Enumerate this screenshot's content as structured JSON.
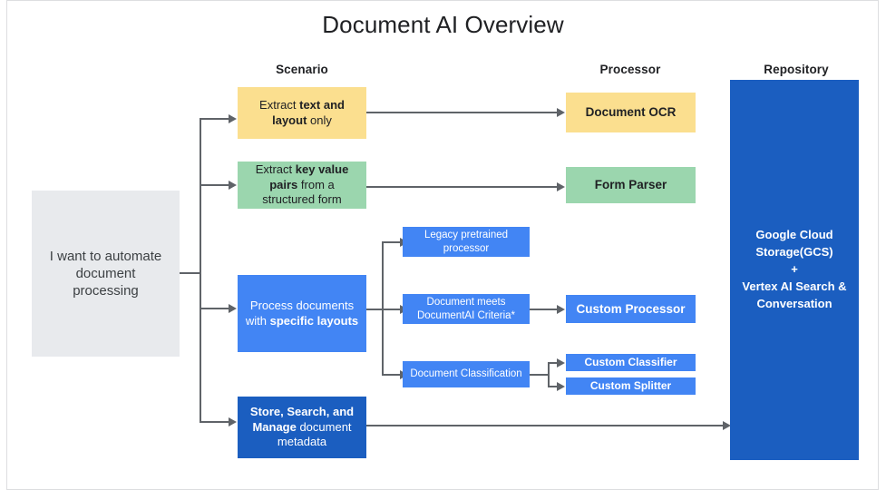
{
  "title": "Document AI Overview",
  "columns": [
    {
      "key": "scenario",
      "label": "Scenario"
    },
    {
      "key": "processor",
      "label": "Processor"
    },
    {
      "key": "repository",
      "label": "Repository"
    }
  ],
  "source": {
    "label_line1": "I want to automate",
    "label_line2": "document",
    "label_line3": "processing",
    "color": "#e8eaed"
  },
  "scenarios": [
    {
      "id": "extract-text-layout",
      "text_pre": "Extract ",
      "text_bold": "text and layout",
      "text_post": " only",
      "color": "#fbdf8f"
    },
    {
      "id": "extract-key-value",
      "text_pre": "Extract ",
      "text_bold": "key value pairs",
      "text_post": " from a structured form",
      "color": "#9bd6ae"
    },
    {
      "id": "process-specific-layouts",
      "text_pre": "Process documents with ",
      "text_bold": "specific layouts",
      "text_post": "",
      "color": "#4285f4"
    },
    {
      "id": "store-search-manage",
      "text_pre": "",
      "text_bold": "Store, Search, and Manage",
      "text_post": " document metadata",
      "color": "#1b5ec0"
    }
  ],
  "intermediate": [
    {
      "id": "legacy-pretrained-processor",
      "line1": "Legacy pretrained",
      "line2": "processor",
      "color": "#4285f4"
    },
    {
      "id": "document-meets-criteria",
      "line1": "Document meets",
      "line2": "DocumentAI Criteria*",
      "color": "#4285f4"
    },
    {
      "id": "document-classification",
      "line1": "Document Classification",
      "line2": "",
      "color": "#4285f4"
    }
  ],
  "processors": [
    {
      "id": "document-ocr",
      "label": "Document OCR",
      "color": "#fbdf8f"
    },
    {
      "id": "form-parser",
      "label": "Form Parser",
      "color": "#9bd6ae"
    },
    {
      "id": "custom-processor",
      "label": "Custom Processor",
      "color": "#4285f4"
    },
    {
      "id": "custom-classifier",
      "label": "Custom Classifier",
      "color": "#4285f4"
    },
    {
      "id": "custom-splitter",
      "label": "Custom Splitter",
      "color": "#4285f4"
    }
  ],
  "repository": {
    "line1": "Google Cloud",
    "line2": "Storage(GCS)",
    "line3": "+",
    "line4": "Vertex AI Search &",
    "line5": "Conversation",
    "color": "#1b5ec0"
  },
  "connector_color": "#5f6368"
}
